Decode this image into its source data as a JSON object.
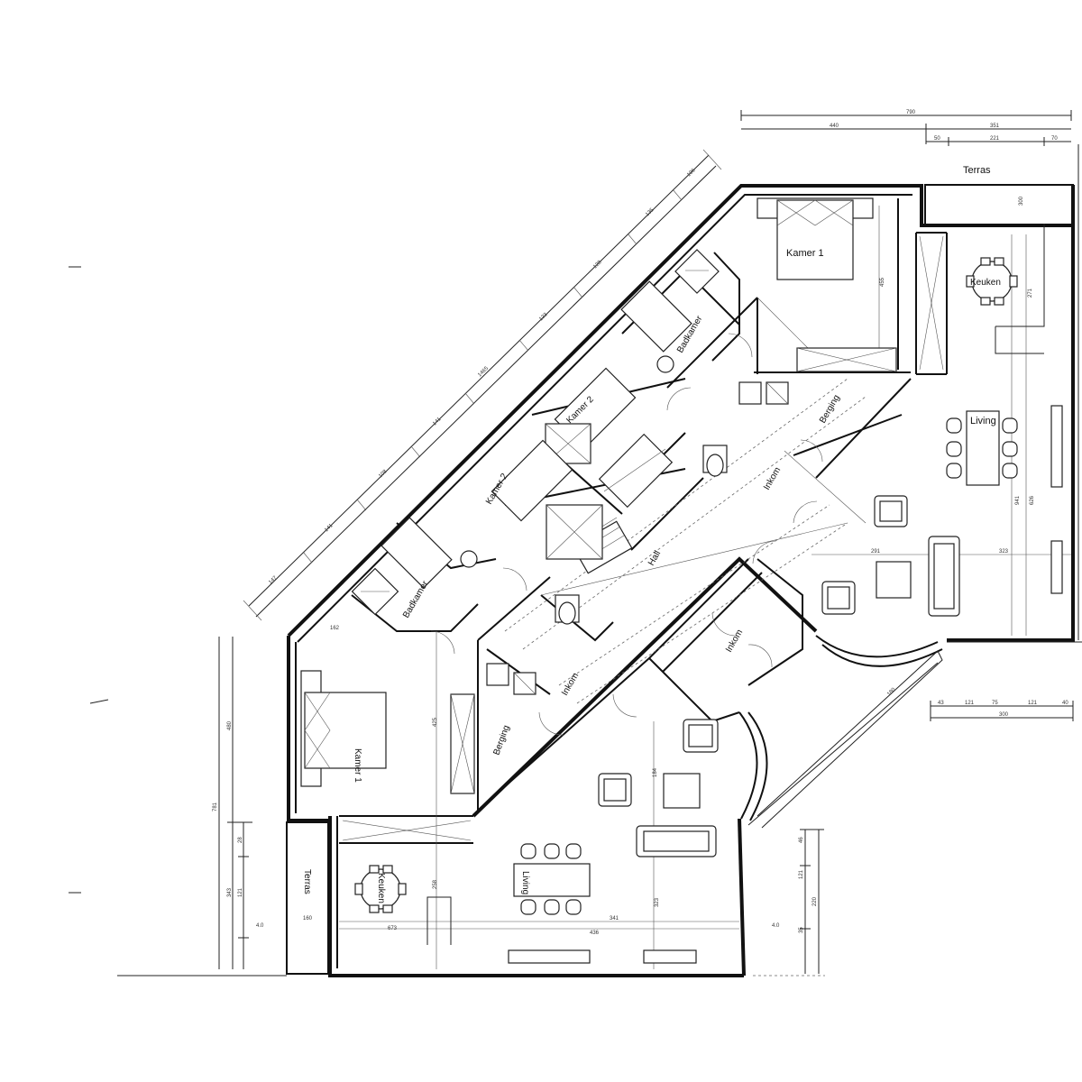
{
  "rooms": {
    "terras_top": "Terras",
    "terras_left": "Terras",
    "kamer1_top": "Kamer 1",
    "kamer1_left": "Kamer 1",
    "kamer2_top": "Kamer 2",
    "kamer2_left": "Kamer 2",
    "badkamer_top": "Badkamer",
    "badkamer_left": "Badkamer",
    "keuken_top": "Keuken",
    "keuken_left": "Keuken",
    "living_top": "Living",
    "living_left": "Living",
    "berging_top": "Berging",
    "berging_left": "Berging",
    "inkom_top": "Inkom",
    "inkom_mid": "Inkom",
    "inkom_left": "Inkom",
    "hall": "Hall"
  },
  "dimensions": {
    "top_total": "790",
    "top_left": "440",
    "top_right": "351",
    "top_sub": [
      "50",
      "221",
      "70"
    ],
    "terras_depth": "300",
    "kamer1_depth": "455",
    "keuken_depth": "271",
    "living_depth": "941",
    "living_inner": "626",
    "living_width_a": "291",
    "living_width_b": "323",
    "bay_row": [
      "43",
      "121",
      "75",
      "121",
      "40"
    ],
    "bay_total": "300",
    "bay_diag": "180",
    "diag_total": "1465",
    "diag_segments": [
      "147",
      "141",
      "108",
      "141",
      "123",
      "128",
      "135",
      "106"
    ],
    "left_total": "781",
    "left_a": "480",
    "left_b": "343",
    "left_c": "121",
    "left_d": "28",
    "kamer1_left_w": "162",
    "kamer1_left_h": "425",
    "living_left_a": "323",
    "living_left_b": "341",
    "living_left_c": "436",
    "living_left_d": "673",
    "terras_left_w": "160",
    "level_mark": "4.0",
    "right_stack": [
      "46",
      "121",
      "35"
    ],
    "right_total": "220",
    "keuken_left_h": "258",
    "diag_inner": "184"
  }
}
